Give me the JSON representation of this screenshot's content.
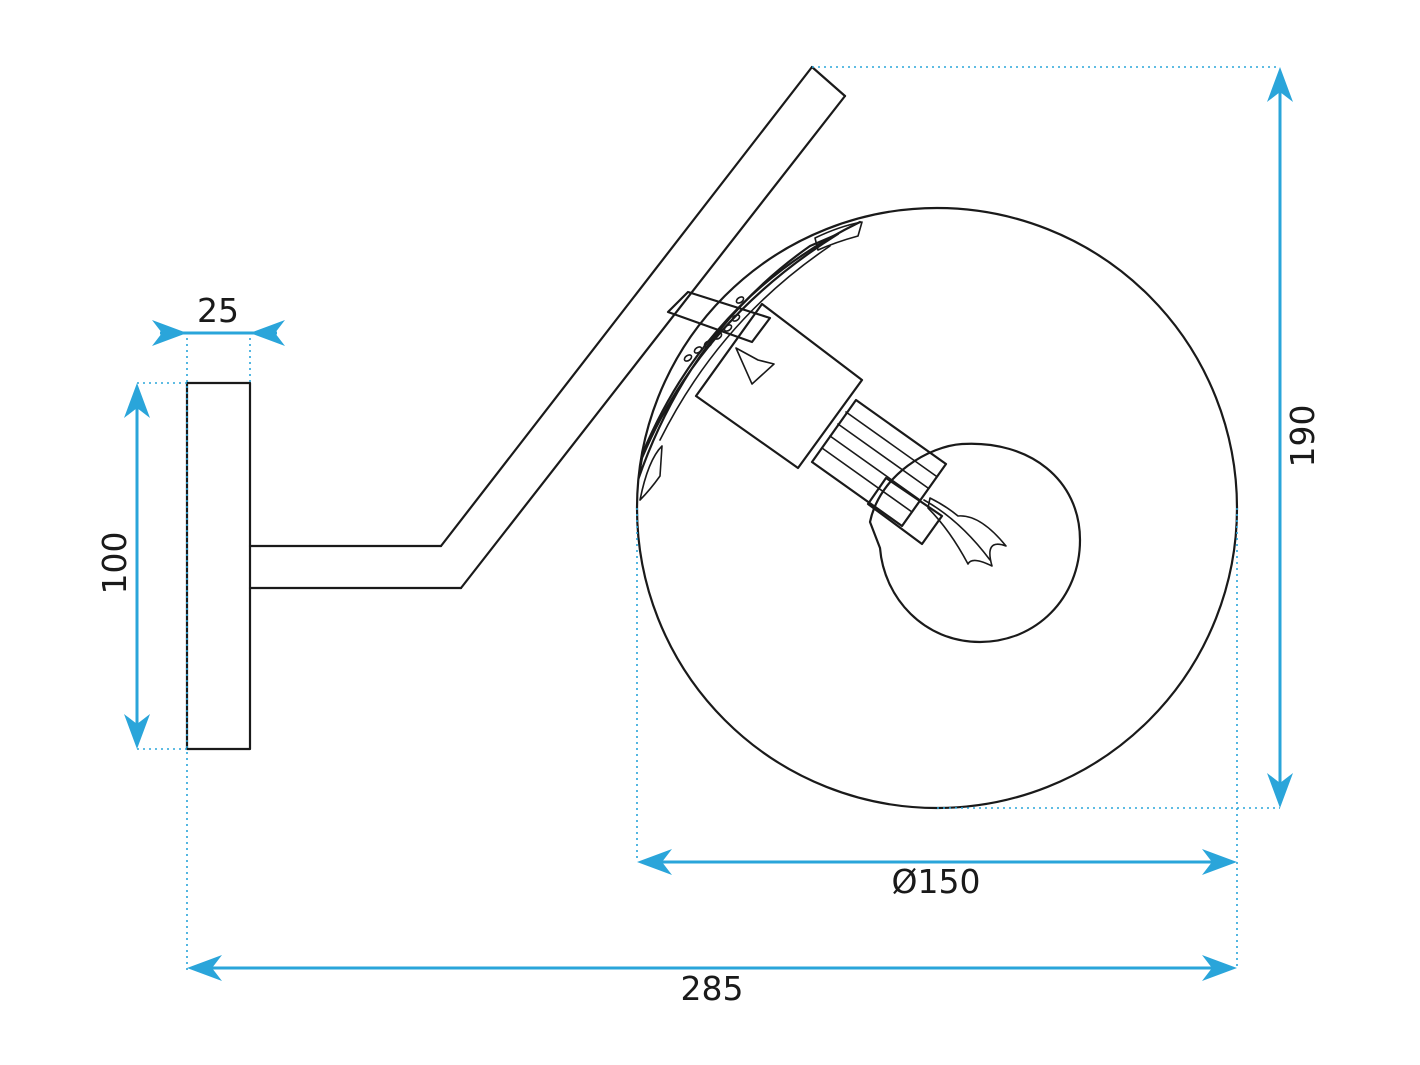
{
  "diagram": {
    "colors": {
      "dimension": "#2aa5da",
      "outline": "#1a1a1a",
      "background": "#ffffff"
    },
    "dimensions": {
      "plate_width": "25",
      "plate_height": "100",
      "total_height": "190",
      "shade_diameter": "Ø150",
      "total_depth": "285"
    }
  }
}
